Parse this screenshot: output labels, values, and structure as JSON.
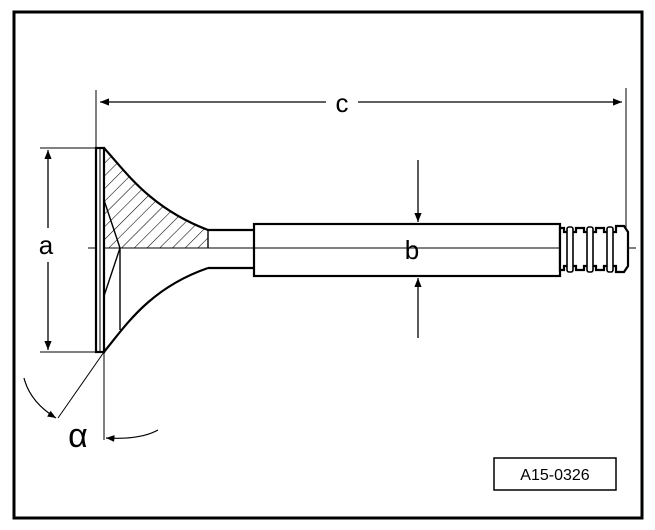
{
  "labels": {
    "a": "a",
    "b": "b",
    "c": "c",
    "alpha": "α"
  },
  "reference": "A15-0326"
}
